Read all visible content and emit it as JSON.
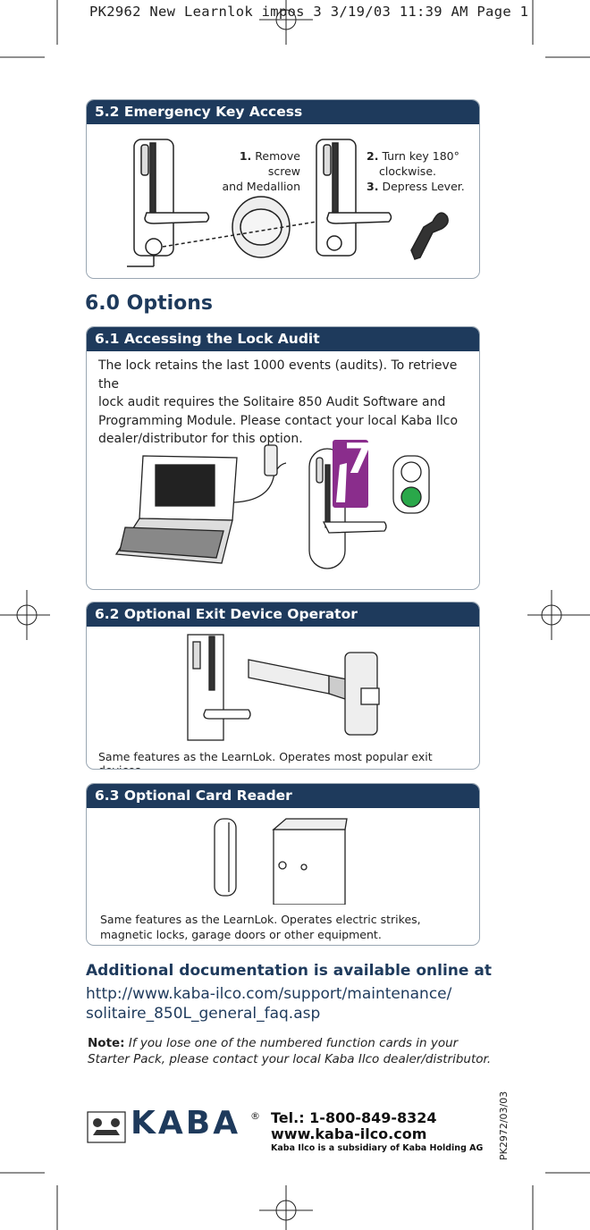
{
  "print_slug": "PK2962 New Learnlok impos 3  3/19/03  11:39 AM  Page 1",
  "section_52": {
    "title": "5.2 Emergency Key Access",
    "step1_num": "1.",
    "step1_line1": "Remove screw",
    "step1_line2": "and Medallion",
    "step2_num": "2.",
    "step2_line1": "Turn key 180°",
    "step2_line2": "clockwise.",
    "step3_num": "3.",
    "step3_text": "Depress Lever."
  },
  "section_60": {
    "title": "6.0 Options"
  },
  "section_61": {
    "title": "6.1 Accessing the Lock Audit",
    "body_lines": [
      "The lock retains the last 1000 events (audits). To retrieve the",
      "lock audit requires the Solitaire 850 Audit Software and",
      "Programming Module. Please contact your local Kaba Ilco",
      "dealer/distributor for this option."
    ],
    "card_number": "7"
  },
  "section_62": {
    "title": "6.2 Optional Exit Device Operator",
    "caption": "Same features as the LearnLok. Operates most popular exit devices."
  },
  "section_63": {
    "title": "6.3 Optional Card Reader",
    "caption_line1": "Same features as the LearnLok. Operates electric strikes,",
    "caption_line2": "magnetic locks, garage doors or other equipment."
  },
  "additional": {
    "heading": "Additional documentation is available online at",
    "url_line1": "http://www.kaba-ilco.com/support/maintenance/",
    "url_line2": "solitaire_850L_general_faq.asp"
  },
  "note": {
    "label": "Note:",
    "line1": "If you lose one of the numbered function cards in your",
    "line2": "Starter Pack, please contact your local Kaba Ilco dealer/distributor."
  },
  "footer": {
    "logo_text": "KABA",
    "registered": "®",
    "tel": "Tel.: 1-800-849-8324",
    "web": "www.kaba-ilco.com",
    "subsidiary": "Kaba Ilco is a subsidiary of Kaba Holding AG",
    "code": "PK2972/03/03"
  },
  "colors": {
    "header_navy": "#1e3a5c",
    "card_purple": "#8a2d8c",
    "led_green": "#2aa84a"
  }
}
